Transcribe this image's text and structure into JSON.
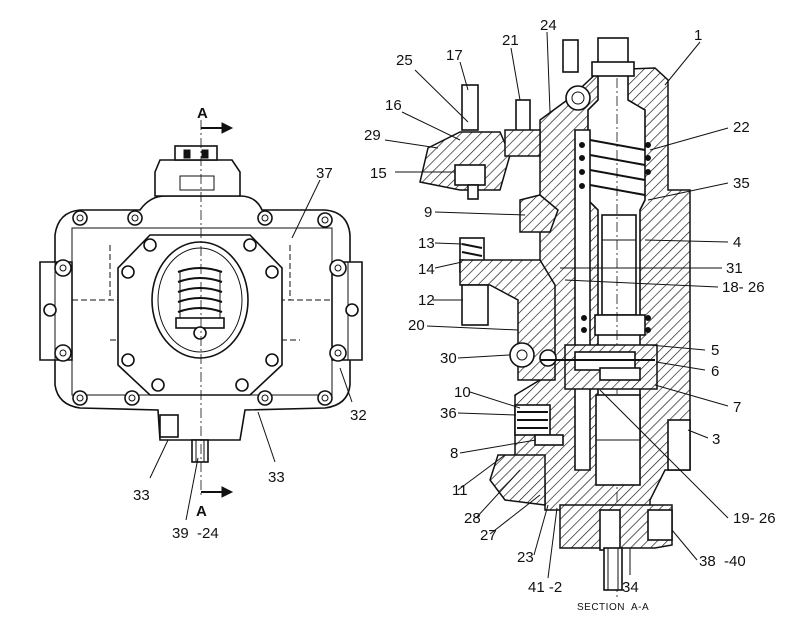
{
  "figure": {
    "section_caption": "SECTION  A-A",
    "section_marker": "A",
    "left_view_callouts": [
      "37",
      "32",
      "33",
      "33",
      "39  -24"
    ],
    "right_view_callouts": [
      "1",
      "24",
      "21",
      "17",
      "25",
      "16",
      "29",
      "15",
      "22",
      "35",
      "9",
      "13",
      "14",
      "4",
      "31",
      "18- 26",
      "12",
      "20",
      "5",
      "30",
      "6",
      "7",
      "10",
      "36",
      "3",
      "8",
      "11",
      "28",
      "27",
      "19- 26",
      "23",
      "41 -2",
      "34",
      "38  -40"
    ]
  }
}
